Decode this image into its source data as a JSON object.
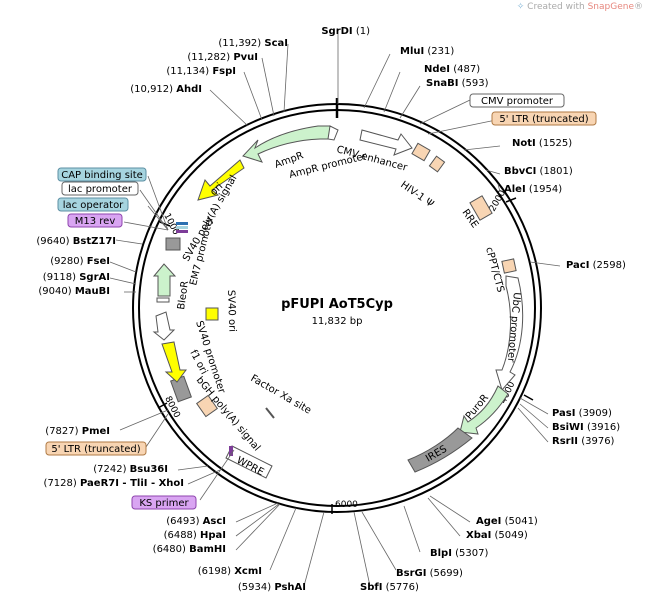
{
  "credit": {
    "text": "Created with ",
    "brand": "SnapGene",
    "mark": "®"
  },
  "plasmid": {
    "name": "pFUPI AoT5Cyp",
    "size": "11,832 bp",
    "length": 11832
  },
  "ticks": [
    "1000",
    "2000",
    "4000",
    "6000",
    "8000"
  ],
  "sites": [
    {
      "name": "SgrDI",
      "pos": "(1)",
      "side": "right"
    },
    {
      "name": "MluI",
      "pos": "(231)",
      "side": "right"
    },
    {
      "name": "NdeI",
      "pos": "(487)",
      "side": "right"
    },
    {
      "name": "SnaBI",
      "pos": "(593)",
      "side": "right"
    },
    {
      "name": "NotI",
      "pos": "(1525)",
      "side": "right"
    },
    {
      "name": "BbvCI",
      "pos": "(1801)",
      "side": "right"
    },
    {
      "name": "AleI",
      "pos": "(1954)",
      "side": "right"
    },
    {
      "name": "PacI",
      "pos": "(2598)",
      "side": "right"
    },
    {
      "name": "PasI",
      "pos": "(3909)",
      "side": "right"
    },
    {
      "name": "BsiWI",
      "pos": "(3916)",
      "side": "right"
    },
    {
      "name": "RsrII",
      "pos": "(3976)",
      "side": "right"
    },
    {
      "name": "AgeI",
      "pos": "(5041)",
      "side": "right"
    },
    {
      "name": "XbaI",
      "pos": "(5049)",
      "side": "right"
    },
    {
      "name": "BlpI",
      "pos": "(5307)",
      "side": "right"
    },
    {
      "name": "BsrGI",
      "pos": "(5699)",
      "side": "right"
    },
    {
      "name": "SbfI",
      "pos": "(5776)",
      "side": "right"
    },
    {
      "name": "PshAI",
      "pos": "(5934)",
      "side": "left"
    },
    {
      "name": "XcmI",
      "pos": "(6198)",
      "side": "left"
    },
    {
      "name": "BamHI",
      "pos": "(6480)",
      "side": "left"
    },
    {
      "name": "HpaI",
      "pos": "(6488)",
      "side": "left"
    },
    {
      "name": "AscI",
      "pos": "(6493)",
      "side": "left"
    },
    {
      "name": "PaeR7I - TliI - XhoI",
      "pos": "(7128)",
      "side": "left"
    },
    {
      "name": "Bsu36I",
      "pos": "(7242)",
      "side": "left"
    },
    {
      "name": "PmeI",
      "pos": "(7827)",
      "side": "left"
    },
    {
      "name": "MauBI",
      "pos": "(9040)",
      "side": "left"
    },
    {
      "name": "SgrAI",
      "pos": "(9118)",
      "side": "left"
    },
    {
      "name": "FseI",
      "pos": "(9280)",
      "side": "left"
    },
    {
      "name": "BstZ17I",
      "pos": "(9640)",
      "side": "left"
    },
    {
      "name": "AhdI",
      "pos": "(10,912)",
      "side": "left"
    },
    {
      "name": "FspI",
      "pos": "(11,134)",
      "side": "left"
    },
    {
      "name": "PvuI",
      "pos": "(11,282)",
      "side": "left"
    },
    {
      "name": "ScaI",
      "pos": "(11,392)",
      "side": "left"
    }
  ],
  "boxed_labels": [
    {
      "text": "CMV promoter",
      "style": "white"
    },
    {
      "text": "5' LTR (truncated)",
      "style": "tan"
    },
    {
      "text": "CAP binding site",
      "style": "blue"
    },
    {
      "text": "lac promoter",
      "style": "white"
    },
    {
      "text": "lac operator",
      "style": "blue"
    },
    {
      "text": "M13 rev",
      "style": "purple"
    },
    {
      "text": "5' LTR (truncated)",
      "style": "tan"
    },
    {
      "text": "KS primer",
      "style": "purple"
    }
  ],
  "features": [
    {
      "label": "CMV enhancer"
    },
    {
      "label": "HIV-1 Ψ"
    },
    {
      "label": "RRE"
    },
    {
      "label": "cPPT/CTS"
    },
    {
      "label": "UbC promoter"
    },
    {
      "label": "PuroR"
    },
    {
      "label": "IRES"
    },
    {
      "label": "WPRE"
    },
    {
      "label": "bGH poly(A) signal"
    },
    {
      "label": "f1 ori"
    },
    {
      "label": "SV40 promoter"
    },
    {
      "label": "SV40 ori"
    },
    {
      "label": "BleoR"
    },
    {
      "label": "EM7 promoter"
    },
    {
      "label": "SV40 poly(A) signal"
    },
    {
      "label": "ori"
    },
    {
      "label": "AmpR"
    },
    {
      "label": "AmpR promoter"
    },
    {
      "label": "Factor Xa site"
    }
  ],
  "colors": {
    "backbone": "#000000",
    "ampr": "#ccf2cc",
    "ori": "#ffff00",
    "ltr": "#f8d5b3",
    "gray": "#999999",
    "white": "#ffffff",
    "blue": "#a6d4df",
    "purple": "#d9a5f2",
    "wpre_mark": "#7d3c98"
  }
}
